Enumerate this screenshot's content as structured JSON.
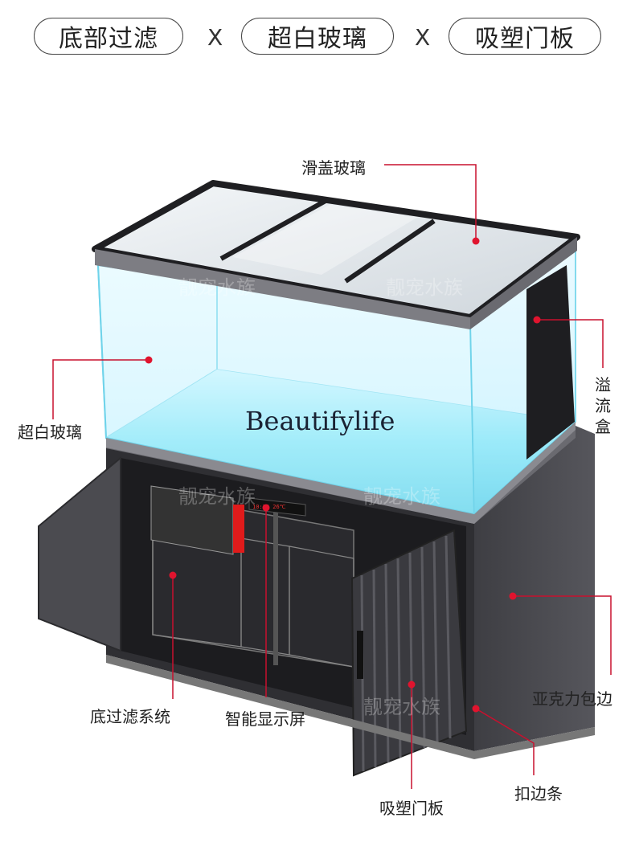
{
  "header": {
    "features": [
      "底部过滤",
      "超白玻璃",
      "吸塑门板"
    ],
    "separator": "X"
  },
  "brand_text": "Beautifylife",
  "watermark": "靓宠水族",
  "callouts": {
    "sliding_glass_lid": "滑盖玻璃",
    "ultra_white_glass": "超白玻璃",
    "overflow_box": "溢流盒",
    "acrylic_edging": "亚克力包边",
    "bottom_filter_system": "底过滤系统",
    "smart_display": "智能显示屏",
    "blister_door_panel": "吸塑门板",
    "edge_strip": "扣边条"
  },
  "display_readout": "10:22 26℃",
  "colors": {
    "callout_line": "#c8102e",
    "water": "#7fe0f5",
    "cabinet": "#4a4a4f",
    "frame": "#333336"
  }
}
